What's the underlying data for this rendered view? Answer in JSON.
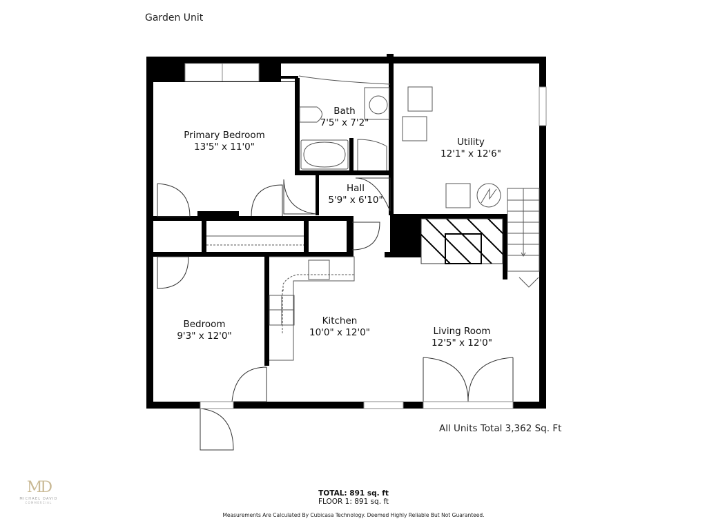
{
  "header": {
    "title": "Garden Unit"
  },
  "rooms": [
    {
      "name": "Primary Bedroom",
      "dims": "13'5\" x 11'0\""
    },
    {
      "name": "Bath",
      "dims": "7'5\" x 7'2\""
    },
    {
      "name": "Utility",
      "dims": "12'1\" x 12'6\""
    },
    {
      "name": "Hall",
      "dims": "5'9\" x 6'10\""
    },
    {
      "name": "Bedroom",
      "dims": "9'3\" x 12'0\""
    },
    {
      "name": "Kitchen",
      "dims": "10'0\" x 12'0\""
    },
    {
      "name": "Living Room",
      "dims": "12'5\" x 12'0\""
    }
  ],
  "summary": {
    "all_units": "All Units Total 3,362 Sq. Ft",
    "total": "TOTAL: 891 sq. ft",
    "floor1": "FLOOR 1: 891 sq. ft",
    "disclaimer": "Measurements Are Calculated By Cubicasa Technology. Deemed Highly Reliable But Not Guaranteed."
  },
  "logo": {
    "mark": "MD",
    "line1": "MICHAEL DAVID",
    "line2": "COMMERCIAL",
    "color": "#c9b995"
  },
  "colors": {
    "wall": "#000000",
    "fixture": "#555555",
    "background": "#ffffff"
  }
}
